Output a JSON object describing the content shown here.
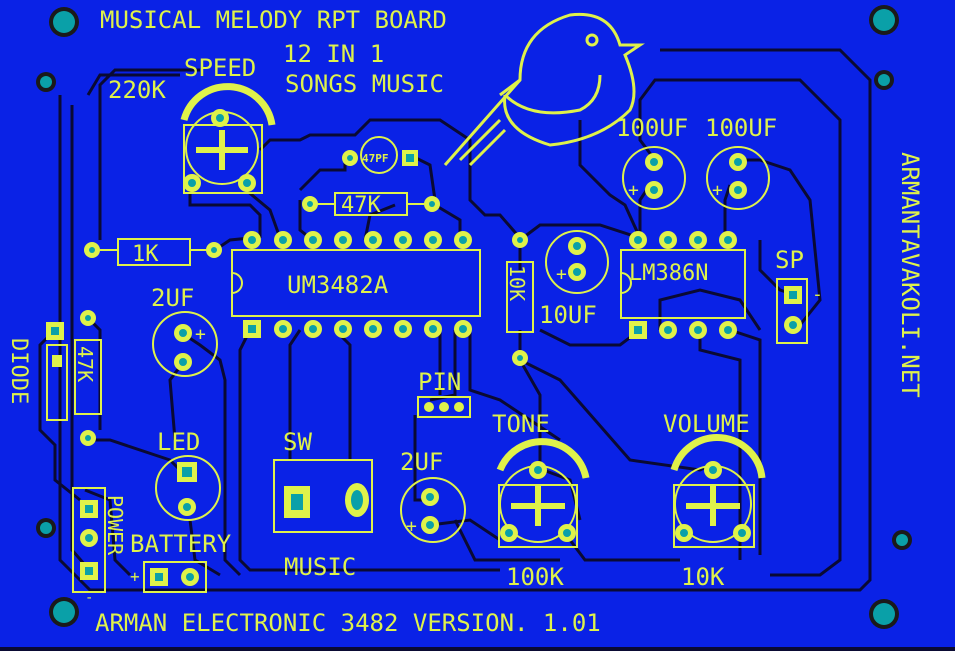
{
  "board": {
    "title": "MUSICAL MELODY RPT BOARD",
    "songs_line1": "12 IN 1",
    "songs_line2": "SONGS MUSIC",
    "footer": "ARMAN ELECTRONIC 3482 VERSION.  1.01",
    "website": "ARMANTAVAKOLI.NET"
  },
  "labels": {
    "speed": "SPEED",
    "r220k": "220K",
    "cap47pf": "47PF",
    "r47k_top": "47K",
    "r1k": "1K",
    "ic1": "UM3482A",
    "ic2": "LM386N",
    "cap100uf_a": "100UF",
    "cap100uf_b": "100UF",
    "r10k_v": "10K",
    "cap10uf": "10UF",
    "sp": "SP",
    "cap2uf_left": "2UF",
    "diode": "DIODE",
    "r47k_v": "47K",
    "led": "LED",
    "pin": "PIN",
    "sw": "SW",
    "music": "MUSIC",
    "cap2uf_bottom": "2UF",
    "tone": "TONE",
    "volume": "VOLUME",
    "r100k": "100K",
    "r10k_bottom": "10K",
    "power": "POWER",
    "battery": "BATTERY",
    "plus": "+",
    "minus": "-"
  },
  "colors": {
    "board": "#0a22e6",
    "silk": "#dff24a",
    "pad": "#0aa0a8",
    "trace_gap": "#0a0a33",
    "hole": "#1a1a1a"
  }
}
